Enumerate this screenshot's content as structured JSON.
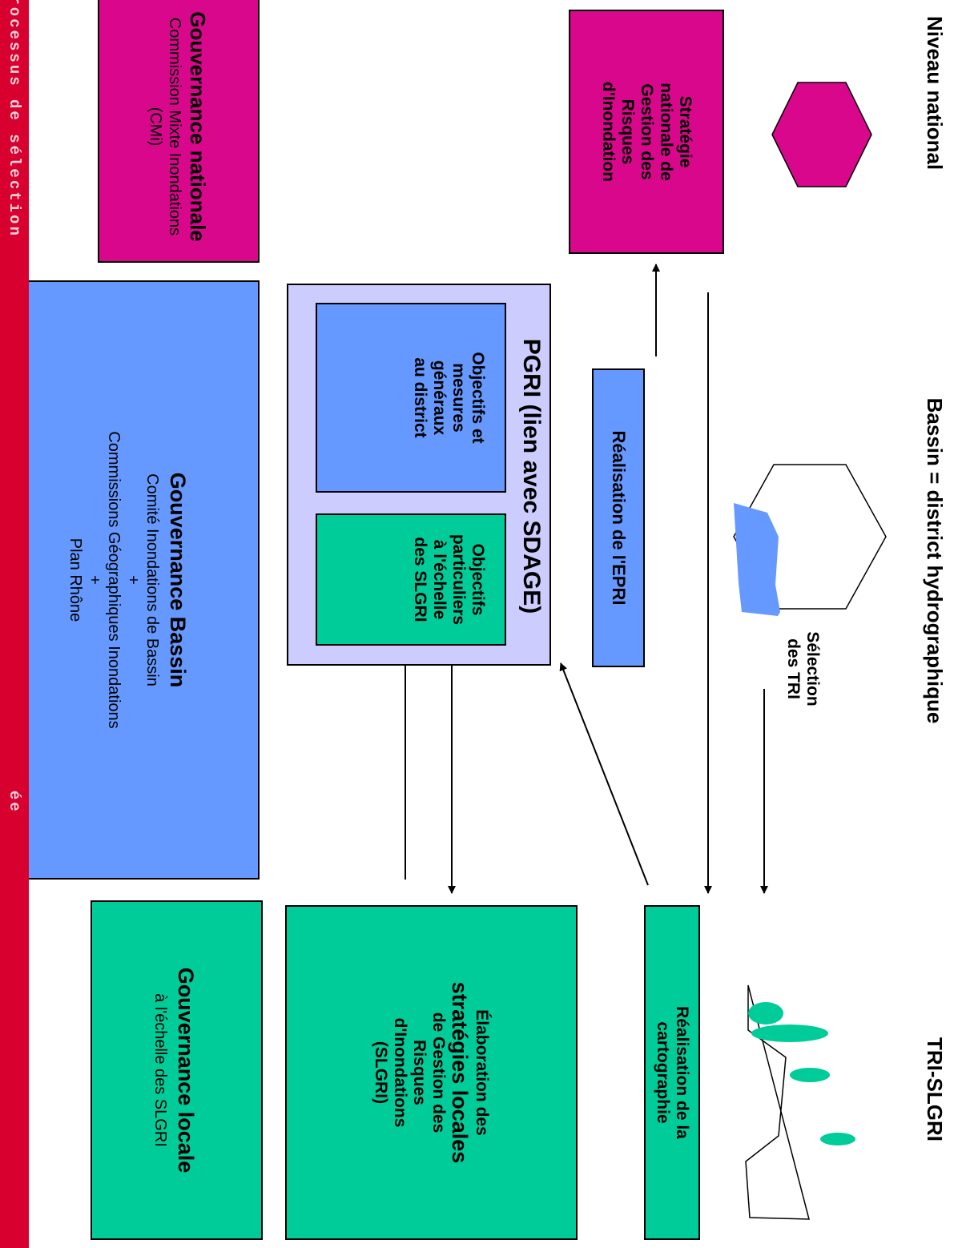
{
  "colors": {
    "magenta": "#d9078c",
    "blue": "#6699ff",
    "green": "#00cc99",
    "lavender": "#ccccff",
    "strip_red": "#d8002e"
  },
  "levels": {
    "national": "Niveau national",
    "bassin": "Bassin = district hydrographique",
    "tri": "TRI-SLGRI"
  },
  "boxes": {
    "strategie": [
      "Stratégie",
      "nationale de",
      "Gestion des",
      "Risques",
      "d'Inondation"
    ],
    "epri": "Réalisation de l'EPRI",
    "selection": [
      "Sélection",
      "des TRI"
    ],
    "cartographie": [
      "Réalisation de la",
      "cartographie"
    ],
    "pgri_title": "PGRI (lien avec SDAGE)",
    "obj_generaux": [
      "Objectifs et",
      "mesures",
      "généraux",
      "au district"
    ],
    "obj_particuliers": [
      "Objectifs",
      "particuliers",
      "à l'échelle",
      "des SLGRI"
    ],
    "slgri": {
      "line1": "Élaboration des",
      "bold": "stratégies locales",
      "rest": [
        "de Gestion des",
        "Risques",
        "d'Inondations",
        "(SLGRI)"
      ]
    },
    "gouv_nationale": {
      "title": "Gouvernance nationale",
      "lines": [
        "Commission Mixte Inondations",
        "(CMi)"
      ]
    },
    "gouv_bassin": {
      "title": "Gouvernance Bassin",
      "lines": [
        "Comité Inondations de Bassin",
        "+",
        "Commissions Géographiques Inondations",
        "+",
        "Plan Rhône"
      ]
    },
    "gouv_locale": {
      "title": "Gouvernance locale",
      "lines": [
        "à l'échelle des SLGRI"
      ]
    }
  },
  "strip": {
    "left": "Processus de sélection",
    "right": "ée"
  }
}
